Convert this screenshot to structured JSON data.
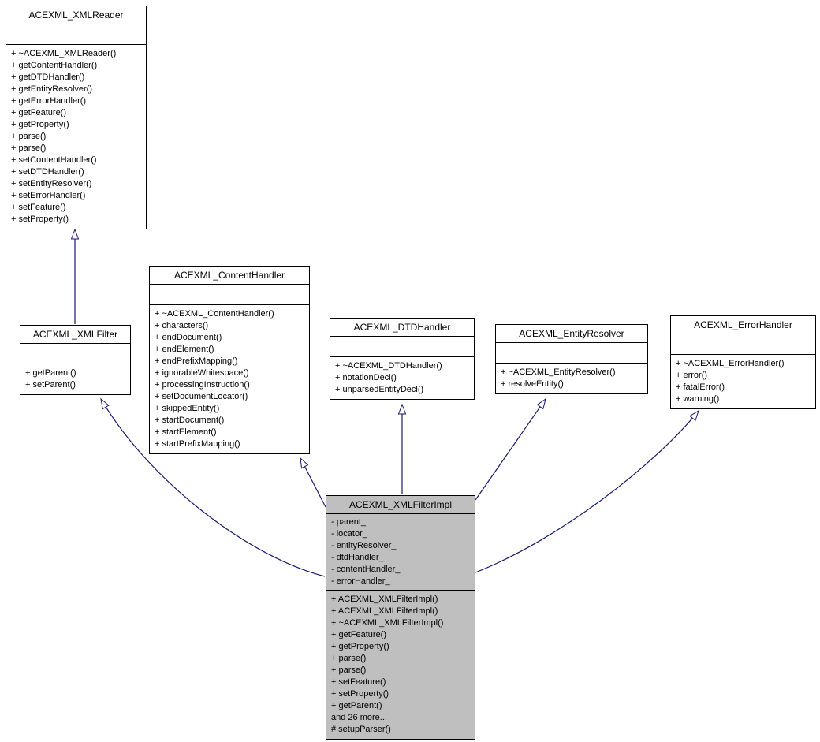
{
  "diagram": {
    "title": "ACEXML_XMLFilterImpl inheritance diagram",
    "colors": {
      "edge_line": "#191970",
      "box_border": "#000000",
      "box_fill": "#ffffff",
      "highlight_fill": "#bfbfbf",
      "background": "#ffffff"
    },
    "classes": [
      {
        "name": "ACEXML_XMLReader",
        "highlighted": false,
        "attributes": [],
        "methods": [
          "+ ~ACEXML_XMLReader()",
          "+ getContentHandler()",
          "+ getDTDHandler()",
          "+ getEntityResolver()",
          "+ getErrorHandler()",
          "+ getFeature()",
          "+ getProperty()",
          "+ parse()",
          "+ parse()",
          "+ setContentHandler()",
          "+ setDTDHandler()",
          "+ setEntityResolver()",
          "+ setErrorHandler()",
          "+ setFeature()",
          "+ setProperty()"
        ]
      },
      {
        "name": "ACEXML_ContentHandler",
        "highlighted": false,
        "attributes": [],
        "methods": [
          "+ ~ACEXML_ContentHandler()",
          "+ characters()",
          "+ endDocument()",
          "+ endElement()",
          "+ endPrefixMapping()",
          "+ ignorableWhitespace()",
          "+ processingInstruction()",
          "+ setDocumentLocator()",
          "+ skippedEntity()",
          "+ startDocument()",
          "+ startElement()",
          "+ startPrefixMapping()"
        ]
      },
      {
        "name": "ACEXML_XMLFilter",
        "highlighted": false,
        "attributes": [],
        "methods": [
          "+ getParent()",
          "+ setParent()"
        ]
      },
      {
        "name": "ACEXML_DTDHandler",
        "highlighted": false,
        "attributes": [],
        "methods": [
          "+ ~ACEXML_DTDHandler()",
          "+ notationDecl()",
          "+ unparsedEntityDecl()"
        ]
      },
      {
        "name": "ACEXML_EntityResolver",
        "highlighted": false,
        "attributes": [],
        "methods": [
          "+ ~ACEXML_EntityResolver()",
          "+ resolveEntity()"
        ]
      },
      {
        "name": "ACEXML_ErrorHandler",
        "highlighted": false,
        "attributes": [],
        "methods": [
          "+ ~ACEXML_ErrorHandler()",
          "+ error()",
          "+ fatalError()",
          "+ warning()"
        ]
      },
      {
        "name": "ACEXML_XMLFilterImpl",
        "highlighted": true,
        "attributes": [
          "- parent_",
          "- locator_",
          "- entityResolver_",
          "- dtdHandler_",
          "- contentHandler_",
          "- errorHandler_"
        ],
        "methods": [
          "+ ACEXML_XMLFilterImpl()",
          "+ ACEXML_XMLFilterImpl()",
          "+ ~ACEXML_XMLFilterImpl()",
          "+ getFeature()",
          "+ getProperty()",
          "+ parse()",
          "+ parse()",
          "+ setFeature()",
          "+ setProperty()",
          "+ getParent()",
          "and 26 more...",
          "# setupParser()"
        ]
      }
    ],
    "edges": [
      {
        "from": "ACEXML_XMLFilter",
        "to": "ACEXML_XMLReader",
        "type": "inheritance"
      },
      {
        "from": "ACEXML_XMLFilterImpl",
        "to": "ACEXML_XMLFilter",
        "type": "inheritance"
      },
      {
        "from": "ACEXML_XMLFilterImpl",
        "to": "ACEXML_ContentHandler",
        "type": "inheritance"
      },
      {
        "from": "ACEXML_XMLFilterImpl",
        "to": "ACEXML_DTDHandler",
        "type": "inheritance"
      },
      {
        "from": "ACEXML_XMLFilterImpl",
        "to": "ACEXML_EntityResolver",
        "type": "inheritance"
      },
      {
        "from": "ACEXML_XMLFilterImpl",
        "to": "ACEXML_ErrorHandler",
        "type": "inheritance"
      }
    ]
  }
}
